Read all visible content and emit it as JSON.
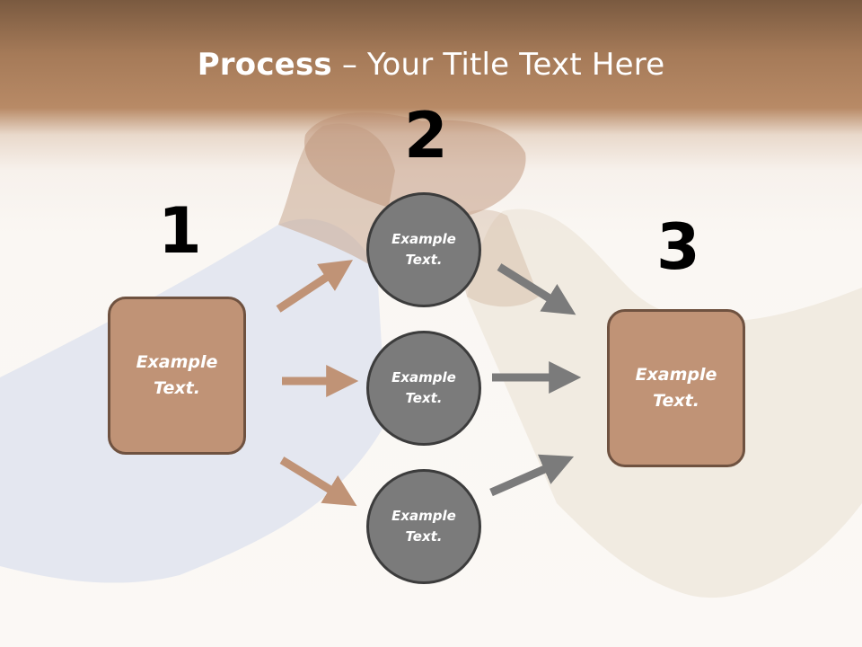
{
  "title": {
    "bold": "Process",
    "rest": " – Your Title Text Here"
  },
  "steps": [
    {
      "number": "1",
      "text": "Example\nText."
    },
    {
      "number": "2",
      "circles": [
        "Example\nText.",
        "Example\nText.",
        "Example\nText."
      ]
    },
    {
      "number": "3",
      "text": "Example\nText."
    }
  ],
  "colors": {
    "header": "#a57a58",
    "box_fill": "#c09376",
    "box_border": "#6f5240",
    "circle_fill": "#7b7b7b",
    "circle_border": "#3c3c3c",
    "arrow_brown": "#c09376",
    "arrow_gray": "#7b7b7b"
  }
}
